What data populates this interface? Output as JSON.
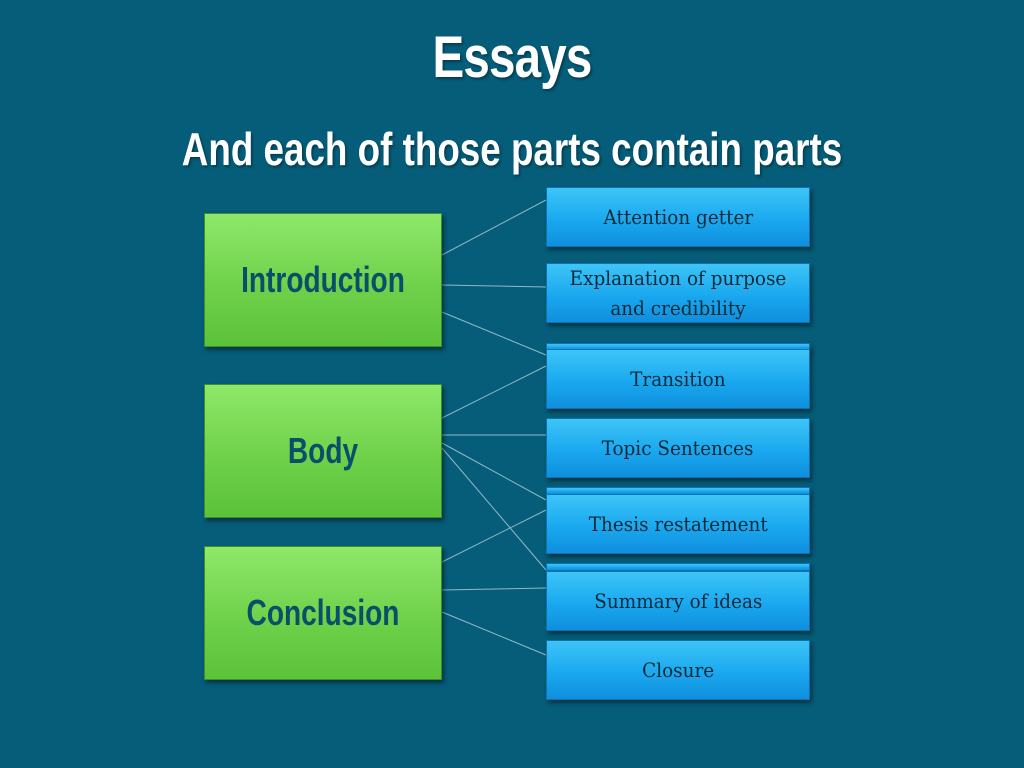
{
  "slide": {
    "title": "Essays",
    "subtitle": "And each of those parts contain parts"
  },
  "sections": [
    {
      "label": "Introduction"
    },
    {
      "label": "Body"
    },
    {
      "label": "Conclusion"
    }
  ],
  "parts": [
    {
      "label": "Attention getter"
    },
    {
      "label": "Explanation of purpose and credibility"
    },
    {
      "label": "Transition"
    },
    {
      "label": "Topic Sentences"
    },
    {
      "label": "Thesis restatement"
    },
    {
      "label": "Summary of ideas"
    },
    {
      "label": "Closure"
    }
  ],
  "colors": {
    "background": "#055d79",
    "section_fill": "#6fd14a",
    "part_fill": "#1aa8ef",
    "section_text": "#0a4f6a"
  }
}
